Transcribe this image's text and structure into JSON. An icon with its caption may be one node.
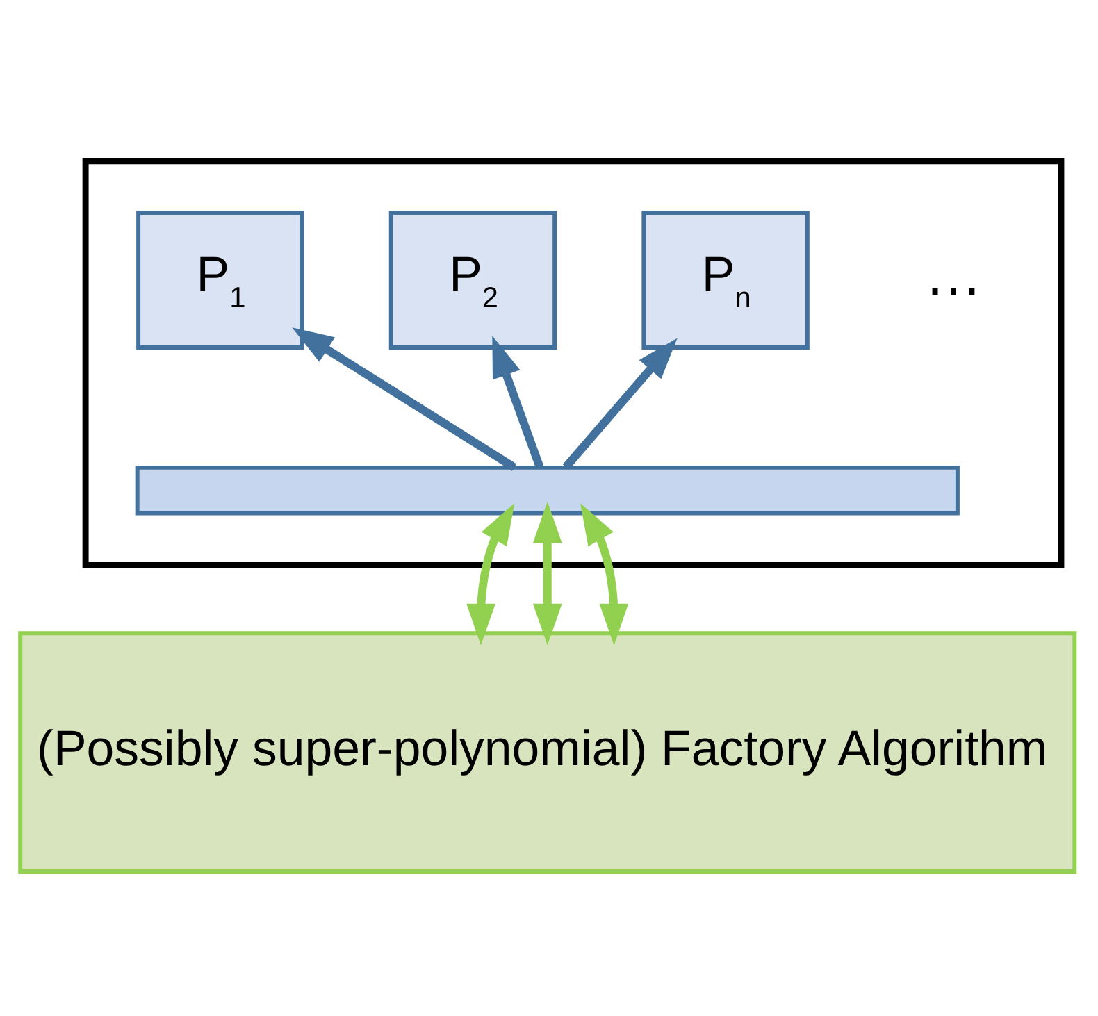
{
  "diagram": {
    "nodes": [
      {
        "text": [],
        "shape": "box"
      },
      {
        "text": [
          "P$_{1}$"
        ],
        "in": 0
      },
      {
        "text": [
          "P$_{2}$"
        ],
        "in": 0
      },
      {
        "text": [
          "P$_{n}$"
        ],
        "in": 0
      },
      {
        "text": [],
        "shape": "bar",
        "in": 0
      },
      {
        "text": [
          "(Possibly super-polynomial) Factory Algorithm"
        ]
      }
    ],
    "edges": [
      {
        "from": 4,
        "to": 1,
        "arrow": "to",
        "color": "#41719c"
      },
      {
        "from": 4,
        "to": 2,
        "arrow": "to",
        "color": "#41719c"
      },
      {
        "from": 4,
        "to": 3,
        "arrow": "to",
        "color": "#41719c"
      },
      {
        "from": 5,
        "to": 4,
        "arrow": "both",
        "color": "#92d050"
      },
      {
        "from": 5,
        "to": 4,
        "arrow": "both",
        "color": "#92d050"
      },
      {
        "from": 5,
        "to": 4,
        "arrow": "both",
        "color": "#92d050"
      }
    ],
    "labels": [
      "…"
    ]
  }
}
